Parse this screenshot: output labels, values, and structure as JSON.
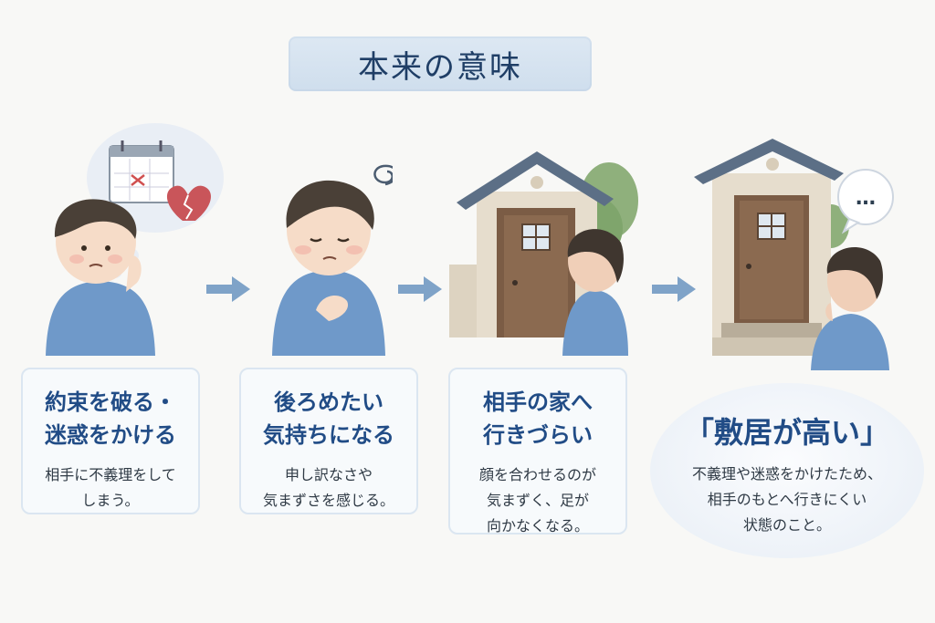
{
  "title": "本来の意味",
  "steps": [
    {
      "title_lines": [
        "約束を破る・",
        "迷惑をかける"
      ],
      "desc_lines": [
        "相手に不義理をして",
        "しまう。"
      ]
    },
    {
      "title_lines": [
        "後ろめたい",
        "気持ちになる"
      ],
      "desc_lines": [
        "申し訳なさや",
        "気まずさを感じる。"
      ]
    },
    {
      "title_lines": [
        "相手の家へ",
        "行きづらい"
      ],
      "desc_lines": [
        "顔を合わせるのが",
        "気まずく、足が",
        "向かなくなる。"
      ]
    }
  ],
  "conclusion": {
    "title": "「敷居が高い」",
    "desc_lines": [
      "不義理や迷惑をかけたため、",
      "相手のもとへ行きにくい",
      "状態のこと。"
    ]
  },
  "speech_bubble_text": "…",
  "colors": {
    "accent": "#214c86",
    "boy_shirt": "#6f99c9",
    "arrow": "#7fa3c8"
  },
  "icons": [
    "calendar-icon",
    "broken-heart-icon",
    "worry-swirl-icon",
    "speech-bubble-icon",
    "arrow-right-icon"
  ]
}
